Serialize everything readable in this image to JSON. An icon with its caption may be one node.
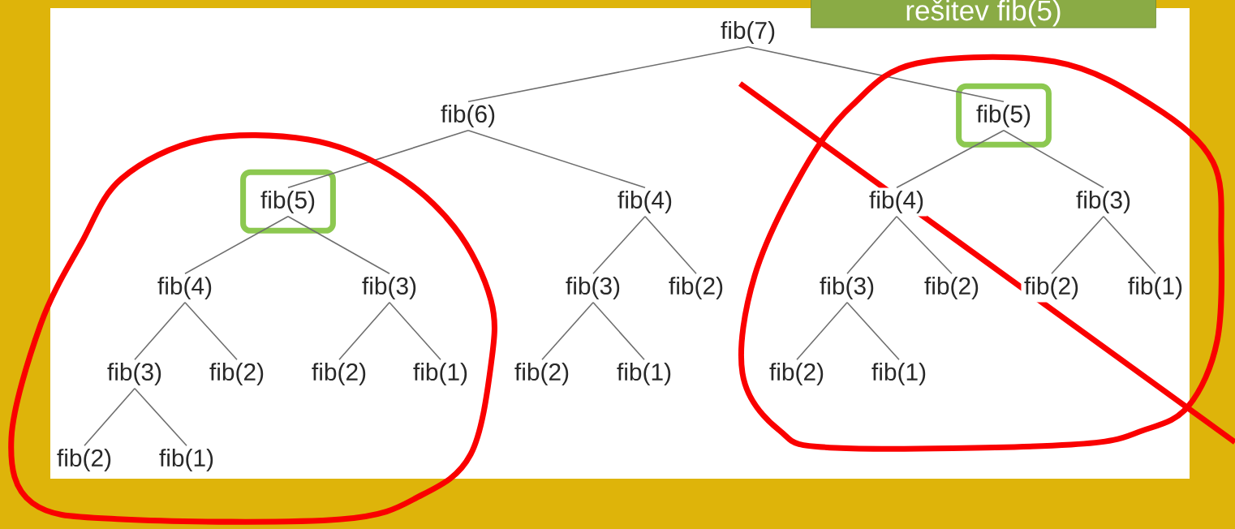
{
  "diagram": {
    "nodes": [
      {
        "text": [
          "fib(7)"
        ]
      },
      {
        "text": [
          "fib(6)"
        ]
      },
      {
        "text": [
          "fib(5)"
        ]
      },
      {
        "text": [
          "fib(5)"
        ]
      },
      {
        "text": [
          "fib(4)"
        ]
      },
      {
        "text": [
          "fib(4)"
        ]
      },
      {
        "text": [
          "fib(3)"
        ]
      },
      {
        "text": [
          "fib(4)"
        ]
      },
      {
        "text": [
          "fib(3)"
        ]
      },
      {
        "text": [
          "fib(3)"
        ]
      },
      {
        "text": [
          "fib(2)"
        ]
      },
      {
        "text": [
          "fib(3)"
        ]
      },
      {
        "text": [
          "fib(2)"
        ]
      },
      {
        "text": [
          "fib(2)"
        ]
      },
      {
        "text": [
          "fib(1)"
        ]
      },
      {
        "text": [
          "fib(3)"
        ]
      },
      {
        "text": [
          "fib(2)"
        ]
      },
      {
        "text": [
          "fib(2)"
        ]
      },
      {
        "text": [
          "fib(1)"
        ]
      },
      {
        "text": [
          "fib(2)"
        ]
      },
      {
        "text": [
          "fib(1)"
        ]
      },
      {
        "text": [
          "fib(2)"
        ]
      },
      {
        "text": [
          "fib(1)"
        ]
      },
      {
        "text": [
          "fib(2)"
        ]
      },
      {
        "text": [
          "fib(1)"
        ]
      },
      {
        "text": [
          "rešitev fib(5)"
        ]
      }
    ],
    "edges": [
      {
        "from": 0,
        "to": 1,
        "arrow": "none"
      },
      {
        "from": 0,
        "to": 2,
        "arrow": "none"
      },
      {
        "from": 1,
        "to": 3,
        "arrow": "none"
      },
      {
        "from": 1,
        "to": 4,
        "arrow": "none"
      },
      {
        "from": 2,
        "to": 5,
        "arrow": "none"
      },
      {
        "from": 2,
        "to": 6,
        "arrow": "none"
      },
      {
        "from": 3,
        "to": 7,
        "arrow": "none"
      },
      {
        "from": 3,
        "to": 8,
        "arrow": "none"
      },
      {
        "from": 4,
        "to": 9,
        "arrow": "none"
      },
      {
        "from": 4,
        "to": 10,
        "arrow": "none"
      },
      {
        "from": 5,
        "to": 11,
        "arrow": "none"
      },
      {
        "from": 5,
        "to": 12,
        "arrow": "none"
      },
      {
        "from": 6,
        "to": 13,
        "arrow": "none"
      },
      {
        "from": 6,
        "to": 14,
        "arrow": "none"
      },
      {
        "from": 7,
        "to": 15,
        "arrow": "none"
      },
      {
        "from": 7,
        "to": 16,
        "arrow": "none"
      },
      {
        "from": 8,
        "to": 17,
        "arrow": "none"
      },
      {
        "from": 8,
        "to": 18,
        "arrow": "none"
      },
      {
        "from": 9,
        "to": 19,
        "arrow": "none"
      },
      {
        "from": 9,
        "to": 20,
        "arrow": "none"
      },
      {
        "from": 11,
        "to": 21,
        "arrow": "none"
      },
      {
        "from": 11,
        "to": 22,
        "arrow": "none"
      },
      {
        "from": 15,
        "to": 23,
        "arrow": "none"
      },
      {
        "from": 15,
        "to": 24,
        "arrow": "none"
      }
    ]
  }
}
